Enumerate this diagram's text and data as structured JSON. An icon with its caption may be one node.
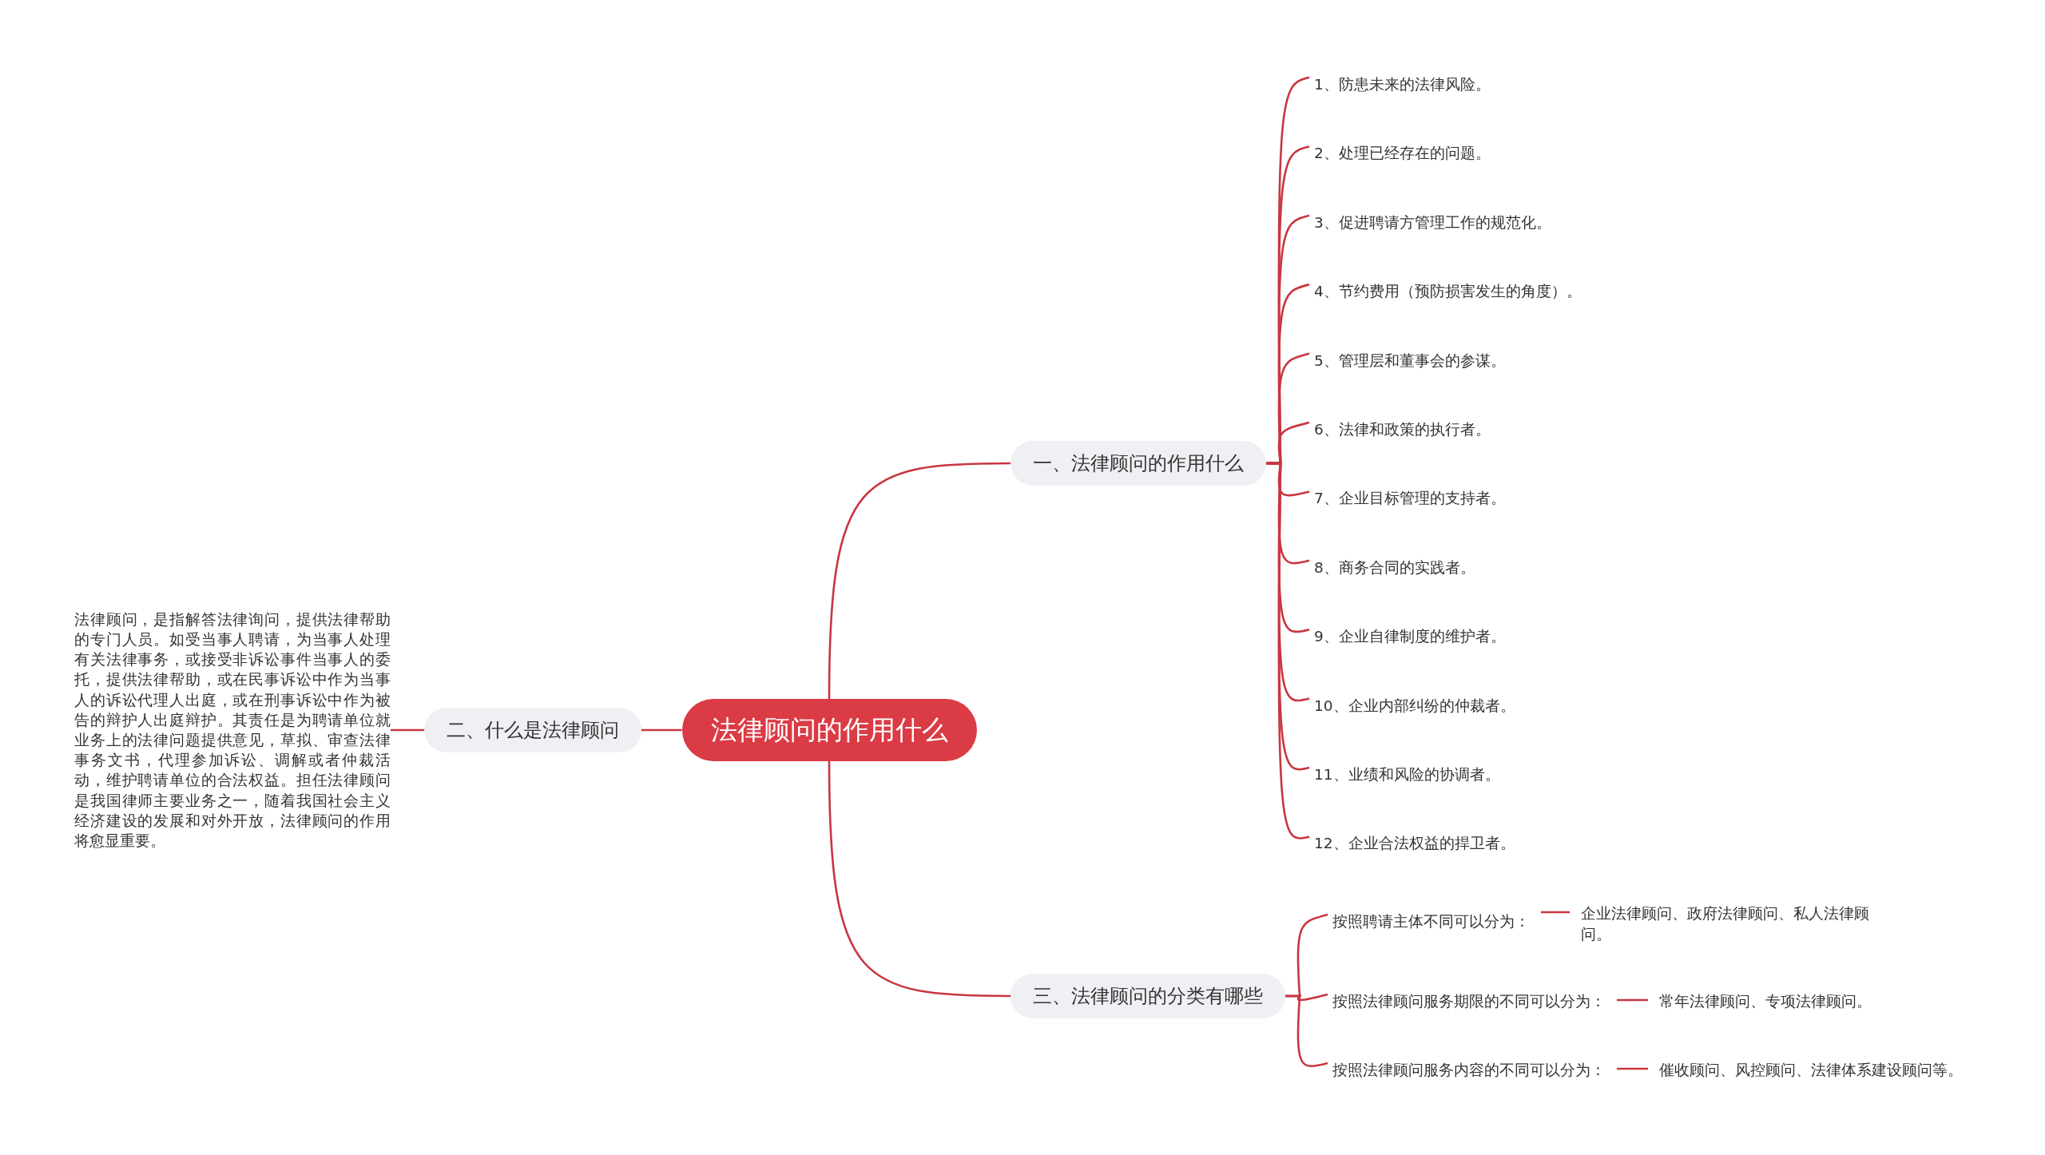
{
  "diagram": {
    "nodes": [
      {
        "text": [
          "法律顾问的作用什么"
        ]
      },
      {
        "text": [
          "一、法律顾问的作用什么"
        ]
      },
      {
        "text": [
          "1、防患未来的法律风险。"
        ]
      },
      {
        "text": [
          "2、处理已经存在的问题。"
        ]
      },
      {
        "text": [
          "3、促进聘请方管理工作的规范化。"
        ]
      },
      {
        "text": [
          "4、节约费用（预防损害发生的角度）。"
        ]
      },
      {
        "text": [
          "5、管理层和董事会的参谋。"
        ]
      },
      {
        "text": [
          "6、法律和政策的执行者。"
        ]
      },
      {
        "text": [
          "7、企业目标管理的支持者。"
        ]
      },
      {
        "text": [
          "8、商务合同的实践者。"
        ]
      },
      {
        "text": [
          "9、企业自律制度的维护者。"
        ]
      },
      {
        "text": [
          "10、企业内部纠纷的仲裁者。"
        ]
      },
      {
        "text": [
          "11、业绩和风险的协调者。"
        ]
      },
      {
        "text": [
          "12、企业合法权益的捍卫者。"
        ]
      },
      {
        "text": [
          "二、什么是法律顾问"
        ]
      },
      {
        "text": [
          "法律顾问，是指解答法律询问，提供法律帮助的专门人员。如受当事人聘请，为当事人处理有关法律事务，或接受非诉讼事件当事人的委托，提供法律帮助，或在民事诉讼中作为当事人的诉讼代理人出庭，或在刑事诉讼中作为被告的辩护人出庭辩护。其责任是为聘请单位就业务上的法律问题提供意见，草拟、审查法律事务文书，代理参加诉讼、调解或者仲裁活动，维护聘请单位的合法权益。担任法律顾问是我国律师主要业务之一，随着我国社会主义经济建设的发展和对外开放，法律顾问的作用将愈显重要。"
        ]
      },
      {
        "text": [
          "三、法律顾问的分类有哪些"
        ]
      },
      {
        "text": [
          "按照聘请主体不同可以分为："
        ]
      },
      {
        "text": [
          "企业法律顾问、政府法律顾问、私人法律顾问。"
        ]
      },
      {
        "text": [
          "按照法律顾问服务期限的不同可以分为："
        ]
      },
      {
        "text": [
          "常年法律顾问、专项法律顾问。"
        ]
      },
      {
        "text": [
          "按照法律顾问服务内容的不同可以分为："
        ]
      },
      {
        "text": [
          "催收顾问、风控顾问、法律体系建设顾问等。"
        ]
      }
    ],
    "edges": [
      {
        "from": 0,
        "to": 1,
        "arrow": "none"
      },
      {
        "from": 1,
        "to": 2,
        "arrow": "none"
      },
      {
        "from": 1,
        "to": 3,
        "arrow": "none"
      },
      {
        "from": 1,
        "to": 4,
        "arrow": "none"
      },
      {
        "from": 1,
        "to": 5,
        "arrow": "none"
      },
      {
        "from": 1,
        "to": 6,
        "arrow": "none"
      },
      {
        "from": 1,
        "to": 7,
        "arrow": "none"
      },
      {
        "from": 1,
        "to": 8,
        "arrow": "none"
      },
      {
        "from": 1,
        "to": 9,
        "arrow": "none"
      },
      {
        "from": 1,
        "to": 10,
        "arrow": "none"
      },
      {
        "from": 1,
        "to": 11,
        "arrow": "none"
      },
      {
        "from": 1,
        "to": 12,
        "arrow": "none"
      },
      {
        "from": 1,
        "to": 13,
        "arrow": "none"
      },
      {
        "from": 0,
        "to": 14,
        "arrow": "none"
      },
      {
        "from": 14,
        "to": 15,
        "arrow": "none"
      },
      {
        "from": 0,
        "to": 16,
        "arrow": "none"
      },
      {
        "from": 16,
        "to": 17,
        "arrow": "none"
      },
      {
        "from": 17,
        "to": 18,
        "arrow": "none"
      },
      {
        "from": 16,
        "to": 19,
        "arrow": "none"
      },
      {
        "from": 19,
        "to": 20,
        "arrow": "none"
      },
      {
        "from": 16,
        "to": 21,
        "arrow": "none"
      },
      {
        "from": 21,
        "to": 22,
        "arrow": "none"
      }
    ]
  }
}
